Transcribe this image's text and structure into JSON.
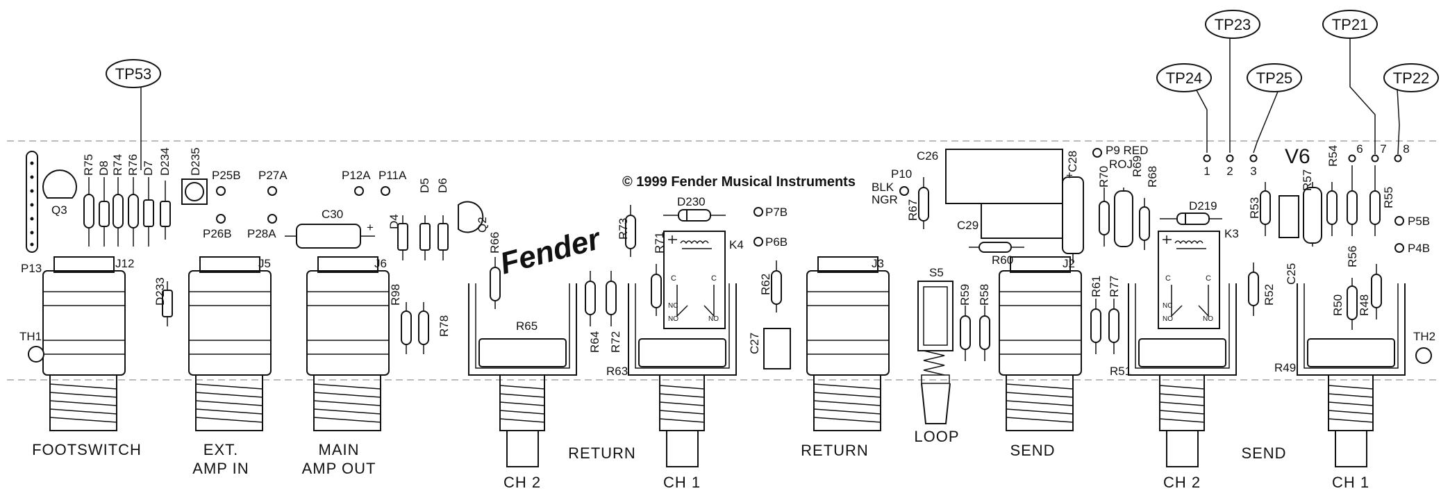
{
  "copyright": "© 1999 Fender Musical Instruments",
  "logo": "Fender",
  "board_mark": "V6",
  "test_points": [
    {
      "label": "TP53"
    },
    {
      "label": "TP23"
    },
    {
      "label": "TP24"
    },
    {
      "label": "TP25"
    },
    {
      "label": "TP21"
    },
    {
      "label": "TP22"
    }
  ],
  "pins": [
    "1",
    "2",
    "3",
    "6",
    "7",
    "8"
  ],
  "jacks": [
    "J12",
    "J5",
    "J6",
    "J3",
    "J2"
  ],
  "relays": [
    "K4",
    "K3"
  ],
  "relay_contacts": {
    "c": "C",
    "nc": "NC",
    "no": "NO"
  },
  "bottom_labels": {
    "footswitch": "FOOTSWITCH",
    "ext_amp_in_1": "EXT.",
    "ext_amp_in_2": "AMP IN",
    "main_amp_out_1": "MAIN",
    "main_amp_out_2": "AMP OUT",
    "return_1": "RETURN",
    "ch2_a": "CH 2",
    "ch1_a": "CH 1",
    "return_2": "RETURN",
    "loop": "LOOP",
    "send_1": "SEND",
    "ch2_b": "CH 2",
    "send_2": "SEND",
    "ch1_b": "CH 1"
  },
  "component_labels": {
    "p13": "P13",
    "q3": "Q3",
    "r75": "R75",
    "d8": "D8",
    "r74": "R74",
    "r76": "R76",
    "d7": "D7",
    "d234": "D234",
    "d235": "D235",
    "p25b": "P25B",
    "p27a": "P27A",
    "p26b": "P26B",
    "p28a": "P28A",
    "th1": "TH1",
    "d233": "D233",
    "p12a": "P12A",
    "p11a": "P11A",
    "d5": "D5",
    "d6": "D6",
    "c30": "C30",
    "d4": "D4",
    "q2": "Q2",
    "r98": "R98",
    "r78": "R78",
    "r66": "R66",
    "r65": "R65",
    "r64": "R64",
    "r72": "R72",
    "r63": "R63",
    "r73": "R73",
    "r71": "R71",
    "d230": "D230",
    "p7b": "P7B",
    "p6b": "P6B",
    "r62": "R62",
    "c27": "C27",
    "p10": "P10",
    "blk": "BLK",
    "ngr": "NGR",
    "c26": "C26",
    "r67": "R67",
    "c29": "C29",
    "c28": "C28",
    "p9red": "P9 RED",
    "roj": "ROJ",
    "r69": "R69",
    "r68": "R68",
    "r70": "R70",
    "s5": "S5",
    "r60": "R60",
    "r59": "R59",
    "r58": "R58",
    "r61": "R61",
    "r77": "R77",
    "d219": "D219",
    "r51": "R51",
    "r53": "R53",
    "r57": "R57",
    "r54": "R54",
    "r55": "R55",
    "p5b": "P5B",
    "p4b": "P4B",
    "c25": "C25",
    "r56": "R56",
    "r52": "R52",
    "r50": "R50",
    "r48": "R48",
    "r49": "R49",
    "th2": "TH2"
  }
}
